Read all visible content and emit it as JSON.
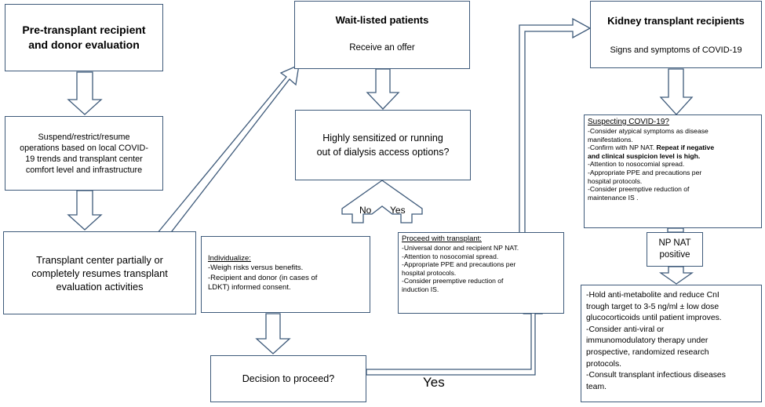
{
  "boxes": {
    "pre_eval": "Pre-transplant recipient\nand donor evaluation",
    "suspend": "Suspend/restrict/resume\noperations based on local COVID-\n19 trends and transplant center\ncomfort level and infrastructure",
    "partial": "Transplant center partially or\ncompletely resumes transplant\nevaluation activities",
    "waitlist_title": "Wait-listed patients",
    "waitlist_sub": "Receive an offer",
    "sensitized": "Highly sensitized or running\nout of dialysis access options?",
    "individualize": {
      "heading": "Individualize:",
      "lines": [
        "-Weigh risks versus benefits.",
        "-Recipient and donor (in cases of",
        "LDKT) informed consent."
      ]
    },
    "proceed": {
      "heading": "Proceed with transplant:",
      "lines": [
        "-Universal donor and recipient NP NAT.",
        "-Attention to nosocomial spread.",
        "-Appropriate PPE and precautions per",
        "hospital protocols.",
        "-Consider preemptive reduction of",
        "induction IS."
      ]
    },
    "decision": "Decision to proceed?",
    "kidney_title": "Kidney transplant recipients",
    "kidney_sub": "Signs and symptoms of COVID-19",
    "suspecting": {
      "heading": "Suspecting COVID-19?",
      "l1": "-Consider atypical symptoms as disease",
      "l2": "manifestations.",
      "l3a": "-Confirm with NP NAT. ",
      "l3b": "Repeat if negative",
      "l4": "and clinical suspicion level is high.",
      "l5": "-Attention to nosocomial spread.",
      "l6": "-Appropriate PPE and precautions per",
      "l7": "hospital protocols.",
      "l8": "-Consider preemptive reduction of",
      "l9": "maintenance IS ."
    },
    "npnat": "NP NAT\npositive",
    "hold": {
      "lines": [
        "-Hold anti-metabolite and reduce CnI",
        "trough target to 3-5 ng/ml ± low dose",
        "glucocorticoids until patient improves.",
        "-Consider anti-viral or",
        "immunomodulatory therapy under",
        "prospective, randomized research",
        "protocols.",
        "-Consult transplant infectious diseases",
        "team."
      ]
    }
  },
  "labels": {
    "no": "No",
    "yes": "Yes",
    "yes_bottom": "Yes"
  },
  "colors": {
    "border": "#3e5a7a",
    "blue_arrow": "#4a90d9"
  }
}
